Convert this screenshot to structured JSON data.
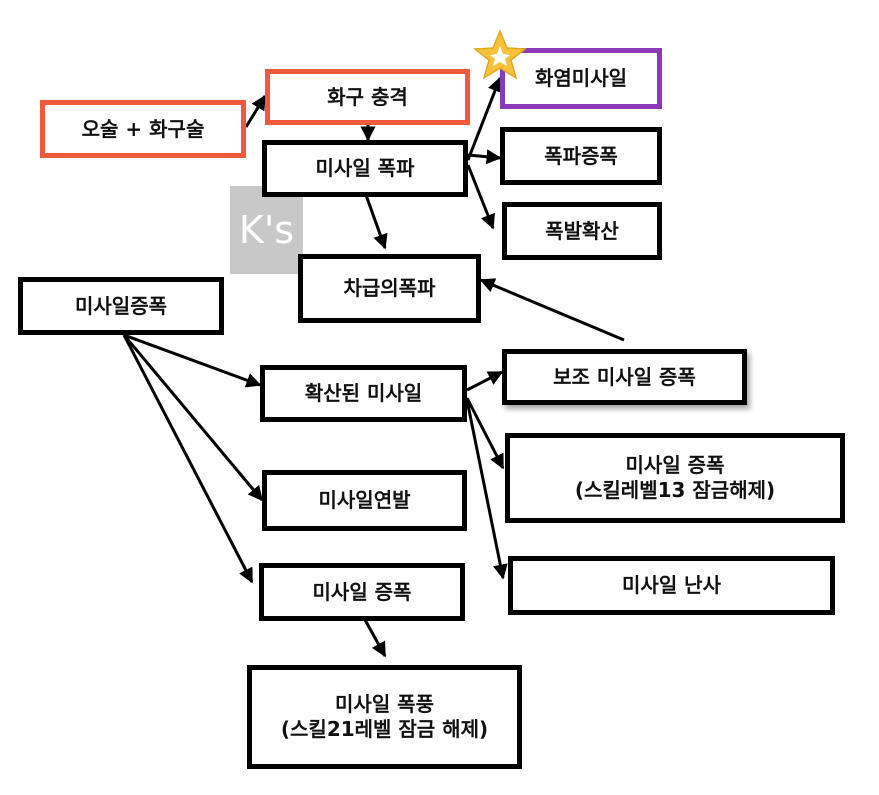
{
  "watermark": "K's",
  "colors": {
    "orange": "#f05a3c",
    "purple": "#8a3ab9",
    "gold": "#f5c23a",
    "line": "#000000"
  },
  "nodes": {
    "start": "오술 + 화구술",
    "fire_shock": "화구 충격",
    "missile_burst": "미사일 폭파",
    "flame_missile": "화염미사일",
    "burst_amp": "폭파증폭",
    "explosion_spread": "폭발확산",
    "secondary_burst": "차급의폭파",
    "missile_amp_root": "미사일증폭",
    "spread_missile": "확산된 미사일",
    "aux_missile_amp": "보조 미사일 증폭",
    "missile_amp_13": {
      "line1": "미사일 증폭",
      "line2": "(스킬레벨13 잠금해제)"
    },
    "missile_volley": "미사일연발",
    "missile_barrage": "미사일 난사",
    "missile_amp": "미사일 증폭",
    "missile_storm": {
      "line1": "미사일 폭풍",
      "line2": "(스킬21레벨 잠금 해제)"
    }
  }
}
